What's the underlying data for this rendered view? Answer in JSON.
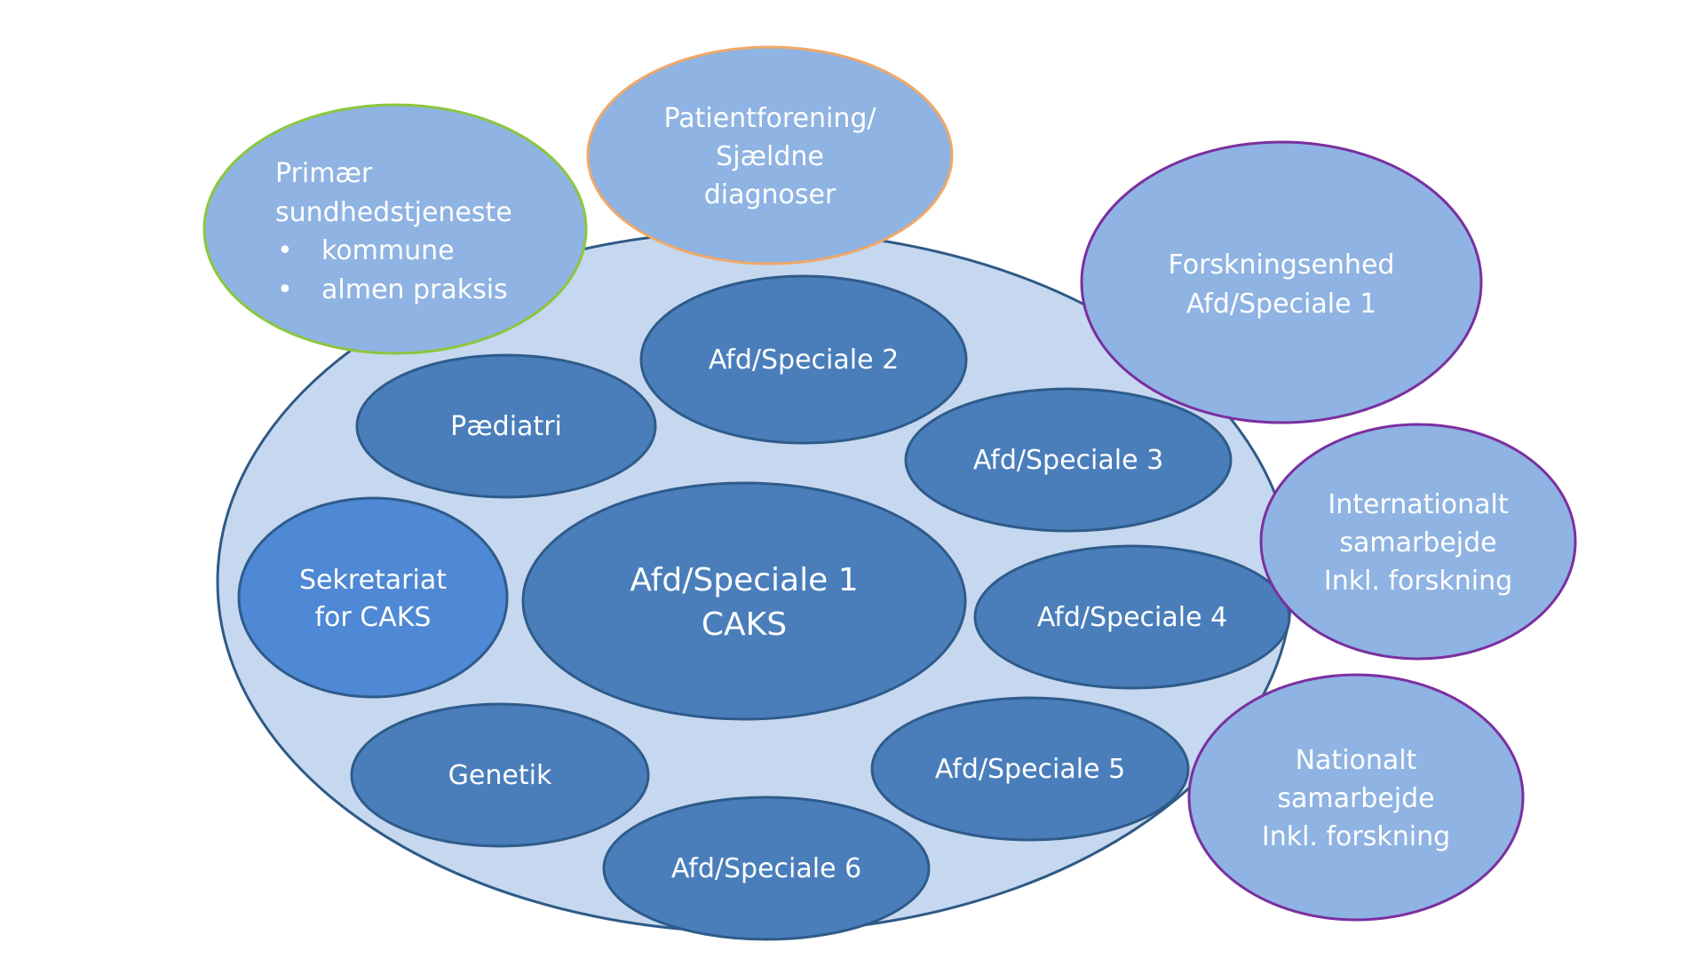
{
  "nodes": {
    "pediatri": {
      "label": "Pædiatri"
    },
    "afd2": {
      "label": "Afd/Speciale 2"
    },
    "afd3": {
      "label": "Afd/Speciale 3"
    },
    "afd4": {
      "label": "Afd/Speciale 4"
    },
    "afd5": {
      "label": "Afd/Speciale 5"
    },
    "afd6": {
      "label": "Afd/Speciale 6"
    },
    "genetik": {
      "label": "Genetik"
    },
    "sekretariat": {
      "line1": "Sekretariat",
      "line2": "for CAKS"
    },
    "center": {
      "line1": "Afd/Speciale 1",
      "line2": "CAKS"
    },
    "primaer": {
      "line1": "Primær",
      "line2": "sundhedstjeneste",
      "bullets": [
        "kommune",
        "almen praksis"
      ],
      "bullet_glyph": "•"
    },
    "patientforening": {
      "line1": "Patientforening/",
      "line2": "Sjældne",
      "line3": "diagnoser"
    },
    "forskningsenhed": {
      "line1": "Forskningsenhed",
      "line2": "Afd/Speciale 1"
    },
    "internationalt": {
      "line1": "Internationalt",
      "line2": "samarbejde",
      "line3": "Inkl. forskning"
    },
    "nationalt": {
      "line1": "Nationalt",
      "line2": "samarbejde",
      "line3": "Inkl. forskning"
    }
  },
  "colors": {
    "container_fill": "#c6d8ef",
    "container_stroke": "#2e5a86",
    "inner_fill": "#4a7ebb",
    "inner_stroke": "#2f5b8a",
    "sekretariat_fill": "#4f88d4",
    "outer_fill": "#8fb3e2",
    "green_border": "#8cc63f",
    "orange_border": "#f0a868",
    "purple_border": "#7b2fa0",
    "text": "#ffffff"
  }
}
